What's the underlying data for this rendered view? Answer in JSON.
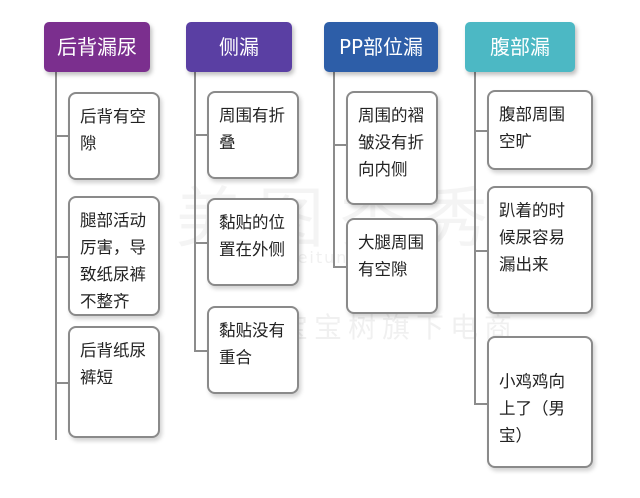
{
  "colors": {
    "c1": "#7b2f8e",
    "c2": "#5a3fa3",
    "c3": "#2d5ea8",
    "c4": "#4cb8c4"
  },
  "watermark": {
    "logo": "美图秀秀",
    "site": "meitunqi.com",
    "sub": "宝宝树旗下电商"
  },
  "columns": [
    {
      "title": "后背漏尿",
      "items": [
        "后背有空隙",
        "腿部活动厉害，导致纸尿裤不整齐",
        "后背纸尿裤短"
      ]
    },
    {
      "title": "侧漏",
      "items": [
        "周围有折叠",
        "黏贴的位置在外侧",
        "黏贴没有重合"
      ]
    },
    {
      "title": "PP部位漏",
      "items": [
        "周围的褶皱没有折向内侧",
        "大腿周围有空隙"
      ]
    },
    {
      "title": "腹部漏",
      "items": [
        "腹部周围空旷",
        "趴着的时候尿容易漏出来",
        "小鸡鸡向上了（男宝）"
      ]
    }
  ]
}
